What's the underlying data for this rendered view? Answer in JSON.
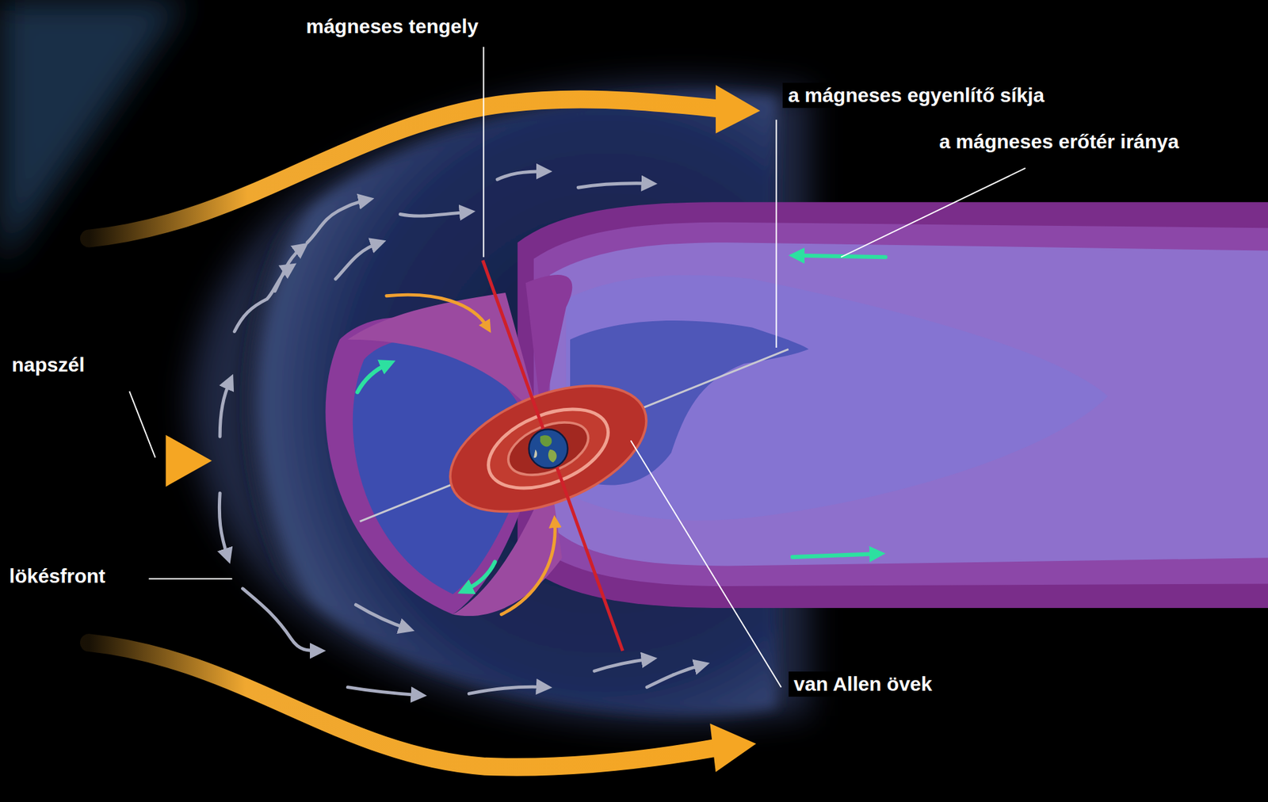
{
  "diagram": {
    "labels": [
      "mágneses tengely",
      "a mágneses egyenlítő síkja",
      "a mágneses erőtér iránya",
      "napszél",
      "lökésfront",
      "van Allen övek"
    ]
  }
}
